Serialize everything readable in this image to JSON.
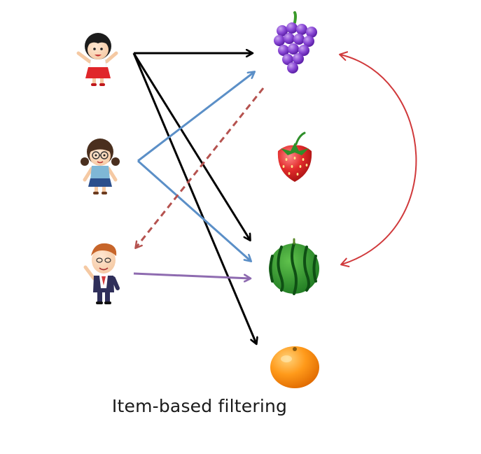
{
  "caption": "Item-based filtering",
  "users": [
    {
      "id": "user-girl-red-dress",
      "icon": "girl-red-dress-icon"
    },
    {
      "id": "user-girl-glasses",
      "icon": "girl-glasses-icon"
    },
    {
      "id": "user-boy-suit",
      "icon": "boy-suit-icon"
    }
  ],
  "items": [
    {
      "id": "grapes",
      "icon": "grapes-icon"
    },
    {
      "id": "strawberry",
      "icon": "strawberry-icon"
    },
    {
      "id": "watermelon",
      "icon": "watermelon-icon"
    },
    {
      "id": "orange",
      "icon": "orange-icon"
    }
  ],
  "edges": [
    {
      "from": "user-girl-red-dress",
      "to": "grapes",
      "color": "#000000",
      "style": "solid"
    },
    {
      "from": "user-girl-red-dress",
      "to": "watermelon",
      "color": "#000000",
      "style": "solid"
    },
    {
      "from": "user-girl-red-dress",
      "to": "orange",
      "color": "#000000",
      "style": "solid"
    },
    {
      "from": "user-girl-glasses",
      "to": "grapes",
      "color": "#5b8fc7",
      "style": "solid"
    },
    {
      "from": "user-girl-glasses",
      "to": "watermelon",
      "color": "#5b8fc7",
      "style": "solid"
    },
    {
      "from": "user-boy-suit",
      "to": "watermelon",
      "color": "#8e6bb0",
      "style": "solid"
    },
    {
      "from": "grapes",
      "to": "user-boy-suit",
      "color": "#b5524f",
      "style": "dashed",
      "meaning": "recommendation"
    },
    {
      "from": "grapes",
      "to": "watermelon",
      "color": "#d0393b",
      "style": "curved-double",
      "meaning": "item similarity"
    }
  ],
  "colors": {
    "black": "#000000",
    "blue": "#5b8fc7",
    "purple": "#8e6bb0",
    "red_dashed": "#b5524f",
    "red_curve": "#d0393b"
  }
}
